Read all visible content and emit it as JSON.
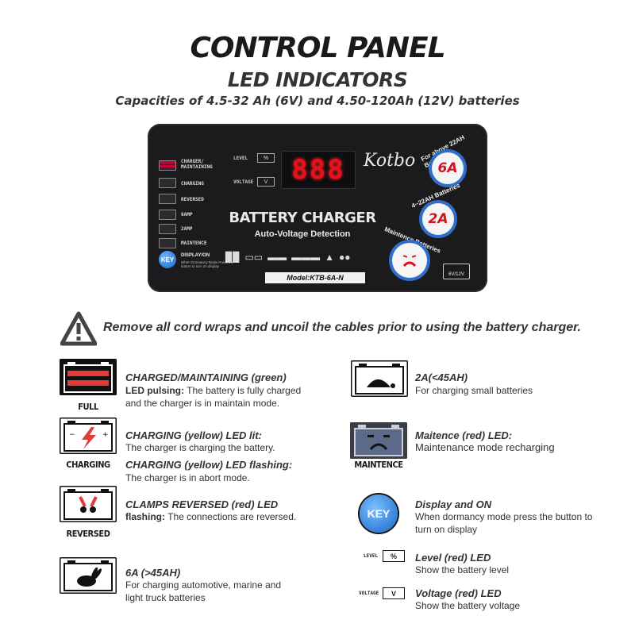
{
  "header": {
    "title": "CONTROL PANEL",
    "subtitle": "LED INDICATORS",
    "capacity_note": "Capacities of 4.5-32 Ah (6V) and 4.50-120Ah (12V) batteries"
  },
  "panel": {
    "indicators": [
      {
        "label": "CHARGER/\nMAINTAINING",
        "lit": true
      },
      {
        "label": "CHARGING",
        "lit": false
      },
      {
        "label": "REVERSED",
        "lit": false
      },
      {
        "label": "6AMP",
        "lit": false
      },
      {
        "label": "2AMP",
        "lit": false
      },
      {
        "label": "MAINTENCE",
        "lit": false
      }
    ],
    "key_label": "KEY",
    "display_on_label": "DISPLAY/ON",
    "display_on_sub": "When Dormancy Mode Press the button to turn on display",
    "level_label": "LEVEL",
    "level_symbol": "%",
    "voltage_label": "VOLTAGE",
    "voltage_symbol": "V",
    "digits": "888",
    "brand": "Kotbo",
    "heading": "BATTERY CHARGER",
    "subheading": "Auto-Voltage Detection",
    "model": "Model:KTB-6A-N",
    "btn_6a": "6A",
    "btn_6a_arc": "For above 22AH Batteries",
    "btn_2a": "2A",
    "btn_2a_arc": "4~22AH Batteries",
    "btn_m_arc": "Maintence Batteries",
    "voltage_badge": "6V/12V",
    "colors": {
      "display_red": "#e8101a",
      "button_ring": "#2f6ec9",
      "panel_bg": "#1b1b1d"
    }
  },
  "warning": {
    "text": "Remove all cord wraps and uncoil the cables prior to using the battery charger."
  },
  "legend_left": [
    {
      "caption": "FULL",
      "heading": "CHARGED/MAINTAINING (green)",
      "body_bold": "LED pulsing:",
      "body": " The battery is fully charged and the charger is in maintain mode."
    },
    {
      "caption": "CHARGING",
      "heading": "CHARGING (yellow) LED lit:",
      "body": "The charger is charging the battery.",
      "heading2": "CHARGING (yellow) LED flashing:",
      "body2": "The charger is in abort mode."
    },
    {
      "caption": "REVERSED",
      "heading": "CLAMPS REVERSED (red) LED",
      "body_bold": "flashing:",
      "body": " The connections are reversed."
    },
    {
      "caption": "",
      "heading": "6A (>45AH)",
      "body": "For charging automotive, marine and light truck batteries"
    }
  ],
  "legend_right": [
    {
      "caption": "",
      "heading": "2A(<45AH)",
      "body": "For charging small batteries"
    },
    {
      "caption": "MAINTENCE",
      "heading": "Maitence (red) LED:",
      "body": "Maintenance mode recharging"
    },
    {
      "icon_text": "KEY",
      "heading": "Display and ON",
      "body": "When dormancy mode press the button to turn on display"
    },
    {
      "icon_text": "LEVEL",
      "icon_symbol": "%",
      "heading": "Level (red) LED",
      "body": "Show the battery level"
    },
    {
      "icon_text": "VOLTAGE",
      "icon_symbol": "V",
      "heading": "Voltage (red) LED",
      "body": "Show the battery voltage"
    }
  ]
}
